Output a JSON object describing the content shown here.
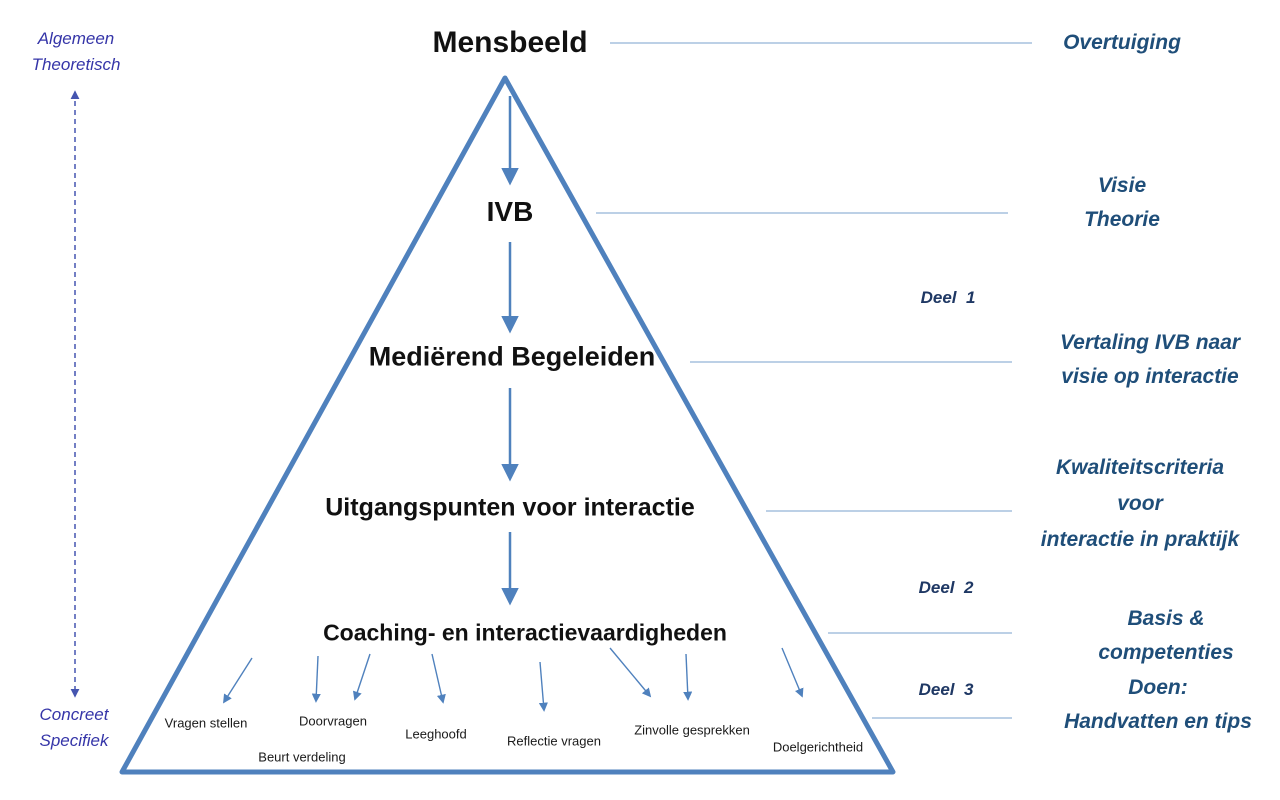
{
  "colors": {
    "accent": "#4f81bd",
    "connector": "#95b3d7",
    "right_text": "#1f4e79",
    "deel_text": "#1f3864",
    "left_text": "#3535a8",
    "axis": "#4555b0",
    "text": "#111111"
  },
  "left_axis": {
    "top": [
      "Algemeen",
      "Theoretisch"
    ],
    "bottom": [
      "Concreet",
      "Specifiek"
    ]
  },
  "pyramid": {
    "levels": [
      "Mensbeeld",
      "IVB",
      "Mediërend Begeleiden",
      "Uitgangspunten voor interactie",
      "Coaching- en interactievaardigheden"
    ],
    "skills": [
      "Vragen stellen",
      "Doorvragen",
      "Beurt verdeling",
      "Leeghoofd",
      "Reflectie vragen",
      "Zinvolle gesprekken",
      "Doelgerichtheid"
    ]
  },
  "right": {
    "overtuiging": "Overtuiging",
    "visie": [
      "Visie",
      "Theorie"
    ],
    "deel1": "Deel  1",
    "vertaling": [
      "Vertaling IVB naar",
      "visie op interactie"
    ],
    "kwaliteit": [
      "Kwaliteitscriteria",
      "voor",
      "interactie in praktijk"
    ],
    "deel2": "Deel  2",
    "basis": [
      "Basis &",
      "competenties"
    ],
    "deel3": "Deel  3",
    "doen": [
      "Doen:",
      "Handvatten en tips"
    ]
  }
}
